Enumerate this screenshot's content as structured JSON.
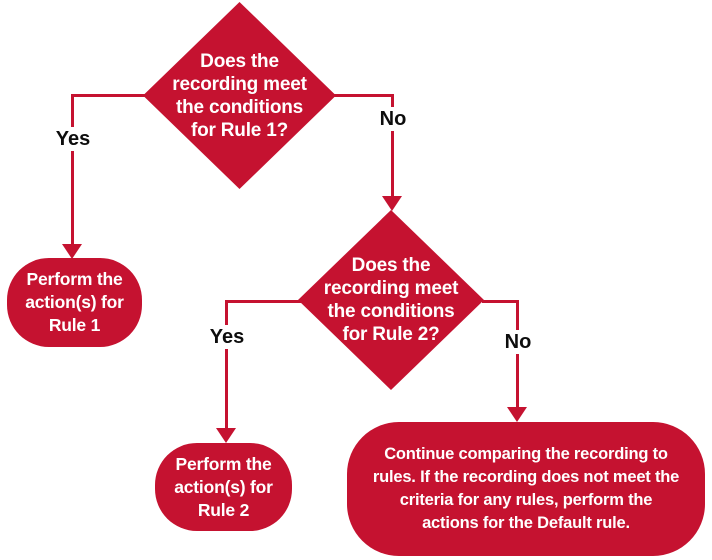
{
  "colors": {
    "red": "#C51230",
    "label_text": "#0d0d0d",
    "node_text": "#ffffff",
    "background": "#ffffff"
  },
  "flowchart": {
    "decision1": {
      "text": [
        "Does the",
        "recording meet",
        "the conditions",
        "for Rule 1?"
      ]
    },
    "decision2": {
      "text": [
        "Does the",
        "recording meet",
        "the conditions",
        "for Rule 2?"
      ]
    },
    "action1": {
      "text": [
        "Perform the",
        "action(s) for",
        "Rule 1"
      ]
    },
    "action2": {
      "text": [
        "Perform the",
        "action(s) for",
        "Rule 2"
      ]
    },
    "default_action": {
      "text": [
        "Continue comparing the recording to",
        "rules. If the recording does not meet the",
        "criteria for any rules, perform the",
        "actions for the Default rule."
      ]
    },
    "branches": {
      "rule1_yes": "Yes",
      "rule1_no": "No",
      "rule2_yes": "Yes",
      "rule2_no": "No"
    }
  }
}
